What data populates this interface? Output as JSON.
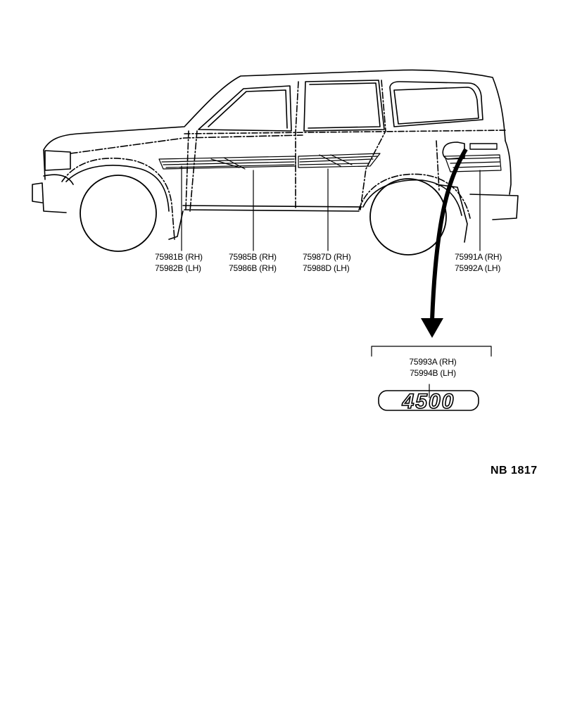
{
  "callouts": [
    {
      "id": "rear-door-lower",
      "rh": "75981B (RH)",
      "lh": "75982B (LH)"
    },
    {
      "id": "front-door",
      "rh": "75985B (RH)",
      "lh": "75986B (RH)"
    },
    {
      "id": "rear-door",
      "rh": "75987D (RH)",
      "lh": "75988D (LH)"
    },
    {
      "id": "quarter",
      "rh": "75991A (RH)",
      "lh": "75992A (LH)"
    },
    {
      "id": "emblem",
      "rh": "75993A (RH)",
      "lh": "75994B (LH)"
    }
  ],
  "emblem_text": "4500",
  "drawing_code": "NB  1817"
}
